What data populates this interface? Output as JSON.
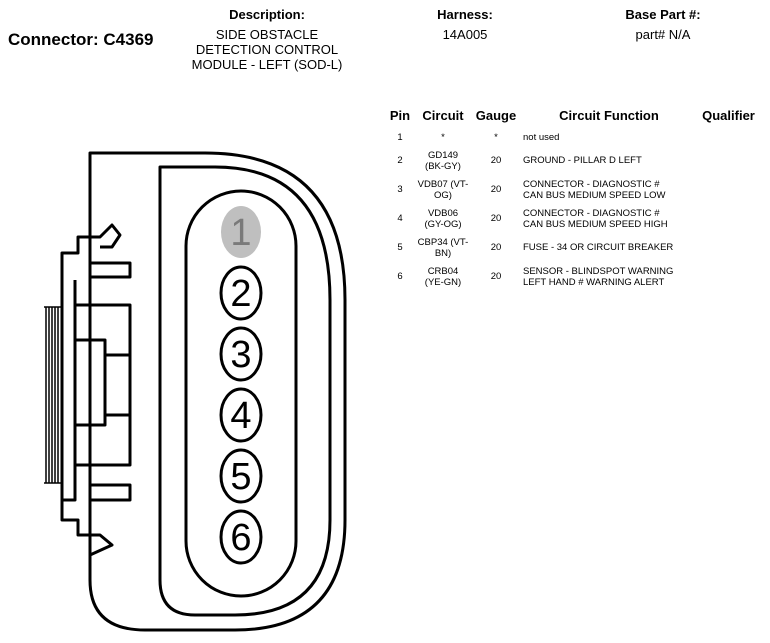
{
  "connector": {
    "title": "Connector: C4369"
  },
  "header": {
    "description_label": "Description:",
    "description_value": "SIDE OBSTACLE\nDETECTION CONTROL\nMODULE - LEFT (SOD-L)",
    "harness_label": "Harness:",
    "harness_value": "14A005",
    "base_part_label": "Base Part #:",
    "base_part_value": "part# N/A"
  },
  "table": {
    "columns": [
      "Pin",
      "Circuit",
      "Gauge",
      "Circuit Function",
      "Qualifier"
    ],
    "rows": [
      {
        "pin": "1",
        "circuit": "*",
        "gauge": "*",
        "function": "not used",
        "qualifier": ""
      },
      {
        "pin": "2",
        "circuit": "GD149\n(BK-GY)",
        "gauge": "20",
        "function": "GROUND - PILLAR D LEFT",
        "qualifier": ""
      },
      {
        "pin": "3",
        "circuit": "VDB07 (VT-\nOG)",
        "gauge": "20",
        "function": "CONNECTOR - DIAGNOSTIC #\nCAN BUS MEDIUM SPEED LOW",
        "qualifier": ""
      },
      {
        "pin": "4",
        "circuit": "VDB06\n(GY-OG)",
        "gauge": "20",
        "function": "CONNECTOR - DIAGNOSTIC #\nCAN BUS MEDIUM SPEED HIGH",
        "qualifier": ""
      },
      {
        "pin": "5",
        "circuit": "CBP34 (VT-\nBN)",
        "gauge": "20",
        "function": "FUSE - 34 OR CIRCUIT BREAKER",
        "qualifier": ""
      },
      {
        "pin": "6",
        "circuit": "CRB04\n(YE-GN)",
        "gauge": "20",
        "function": "SENSOR - BLINDSPOT WARNING\nLEFT HAND # WARNING ALERT",
        "qualifier": ""
      }
    ]
  },
  "diagram": {
    "pins": [
      {
        "label": "1",
        "unused": true
      },
      {
        "label": "2",
        "unused": false
      },
      {
        "label": "3",
        "unused": false
      },
      {
        "label": "4",
        "unused": false
      },
      {
        "label": "5",
        "unused": false
      },
      {
        "label": "6",
        "unused": false
      }
    ],
    "colors": {
      "unused_fill": "#bfbfbf",
      "unused_text": "#7a7a7a",
      "stroke": "#000000"
    }
  }
}
